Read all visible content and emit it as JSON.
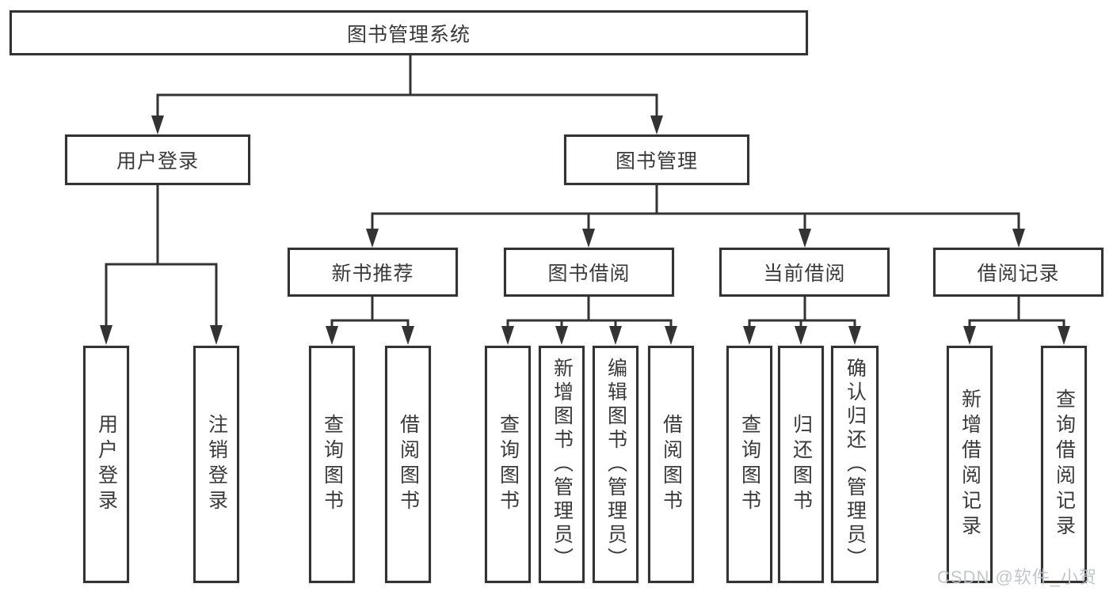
{
  "diagram": {
    "root_label": "图书管理系统",
    "user_branch": {
      "label": "用户登录",
      "children": [
        "用户登录",
        "注销登录"
      ]
    },
    "book_branch": {
      "label": "图书管理",
      "groups": [
        {
          "label": "新书推荐",
          "children": [
            "查询图书",
            "借阅图书"
          ]
        },
        {
          "label": "图书借阅",
          "children": [
            "查询图书",
            "新增图书（管理员）",
            "编辑图书（管理员）",
            "借阅图书"
          ]
        },
        {
          "label": "当前借阅",
          "children": [
            "查询图书",
            "归还图书",
            "确认归还（管理员）"
          ]
        },
        {
          "label": "借阅记录",
          "children": [
            "新增借阅记录",
            "查询借阅记录"
          ]
        }
      ]
    },
    "watermark": "CSDN @软件_小贺同学",
    "colors": {
      "line": "#333333",
      "border": "#333333",
      "text": "#3a3a3a",
      "background": "#ffffff",
      "watermark": "#bcc1c8"
    }
  }
}
